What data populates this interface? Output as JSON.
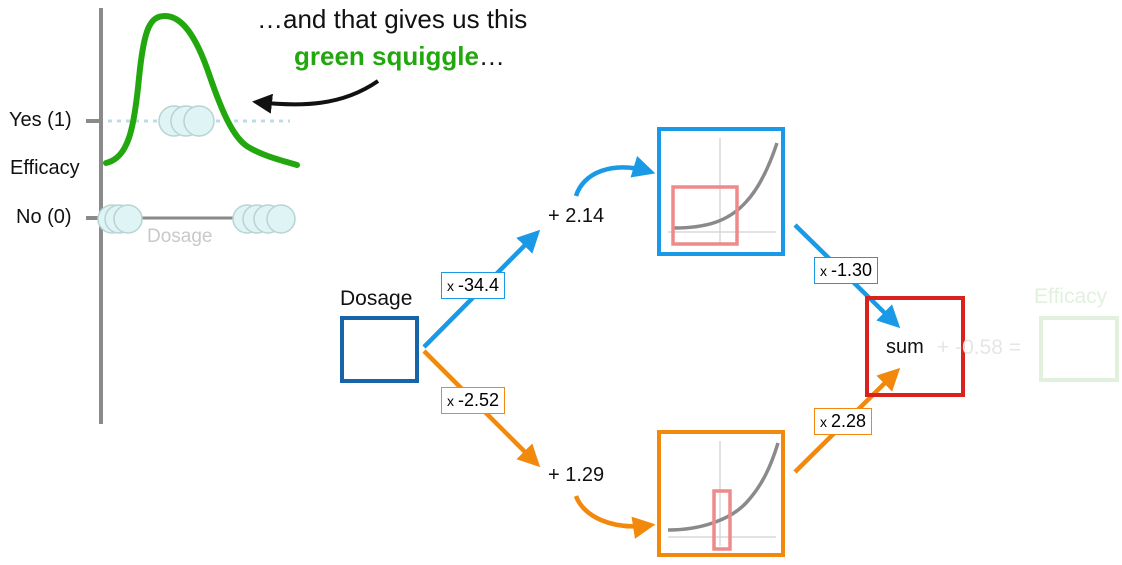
{
  "caption": {
    "line1": "…and that gives us this",
    "line2_highlight": "green squiggle",
    "line2_rest": "…"
  },
  "axes": {
    "yes_label": "Yes (1)",
    "efficacy_label": "Efficacy",
    "no_label": "No (0)",
    "dosage_label": "Dosage"
  },
  "network": {
    "input_label": "Dosage",
    "top_weight": "-34.4",
    "bottom_weight": "-2.52",
    "top_bias": "+ 2.14",
    "bottom_bias": "+ 1.29",
    "top_output_weight": "-1.30",
    "bottom_output_weight": "2.28",
    "sum_label": "sum",
    "final_bias": "+ -0.58 =",
    "output_label": "Efficacy",
    "times_symbol": "x"
  },
  "colors": {
    "green": "#22a80e",
    "blue": "#1a9ae6",
    "orange": "#f2890c",
    "red": "#d9221d",
    "dark_blue": "#1565a8",
    "gray": "#8a8a8a",
    "pink": "#ef8a8a",
    "light_green": "#e2f1de"
  }
}
